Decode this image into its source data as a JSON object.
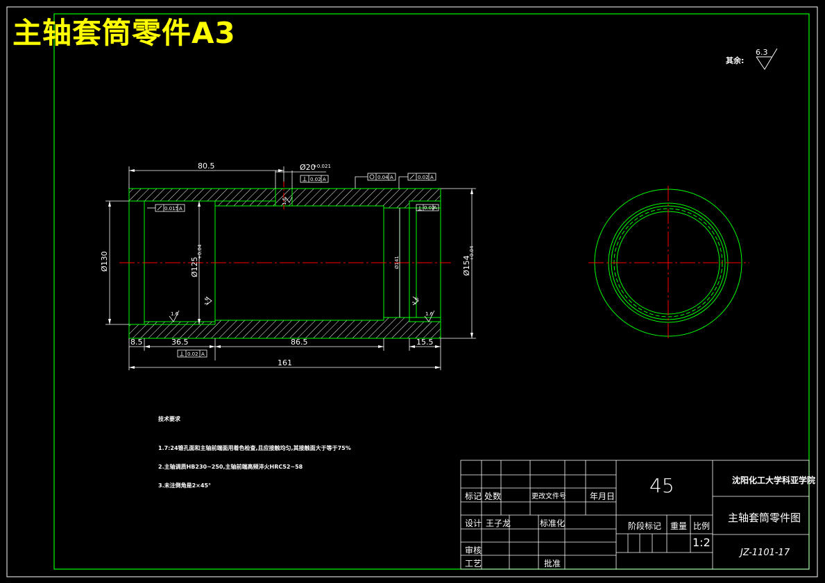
{
  "sheet_title": "主轴套筒零件A3",
  "roughness_note": {
    "label": "其余:",
    "value": "6.3"
  },
  "dimensions": {
    "d80_5": "80.5",
    "d20": "Ø20",
    "d20_tol": "+0.021",
    "d130": "Ø130",
    "d125": "Ø125",
    "d125_tol": "+0.04",
    "d141": "Ø141",
    "d154": "Ø154",
    "d154_tol": "+0.04",
    "d8_5": "8.5",
    "d36_5": "36.5",
    "d86_5": "86.5",
    "d15_5": "15.5",
    "d161": "161"
  },
  "tolerance_frames": {
    "perp_top": {
      "value": "0.02",
      "datum": "A"
    },
    "cyl_top": {
      "value": "0.04",
      "datum": "A"
    },
    "runout_top": {
      "value": "0.02",
      "datum": "A"
    },
    "runout_left": {
      "value": "0.015",
      "datum": "A"
    },
    "perp_right": {
      "value": "0.02",
      "datum": "A"
    },
    "perp_bottom": {
      "value": "0.02",
      "datum": "A"
    }
  },
  "roughness_marks": {
    "r1": "1.6",
    "r2": "1.6",
    "r3": "1.6",
    "r4": "1.6",
    "r5": "1.6"
  },
  "tech_requirements": {
    "title": "技术要求",
    "items": [
      "1.7:24锥孔面和主轴前端面用着色检查,且应接触均匀,其接触面大于等于75%",
      "2.主轴调质HB230~250,主轴前端高频淬火HRC52~58",
      "3.未注倒角是2×45°"
    ]
  },
  "title_block": {
    "material": "45",
    "school": "沈阳化工大学科亚学院",
    "drawing_name": "主轴套筒零件图",
    "drawing_no": "JZ-1101-17",
    "mark_label": "标记",
    "count_label": "处数",
    "change_doc_label": "更改文件号",
    "date_label": "年月日",
    "design_label": "设计",
    "designer": "王子龙",
    "standard_label": "标准化",
    "review_label": "审核",
    "process_label": "工艺",
    "approve_label": "批准",
    "stage_label": "阶段标记",
    "weight_label": "重量",
    "scale_label": "比例",
    "scale": "1:2"
  },
  "colors": {
    "frame": "#00ff00",
    "centerline": "#ff0000",
    "text": "#ffffff",
    "title": "#ffff00"
  }
}
